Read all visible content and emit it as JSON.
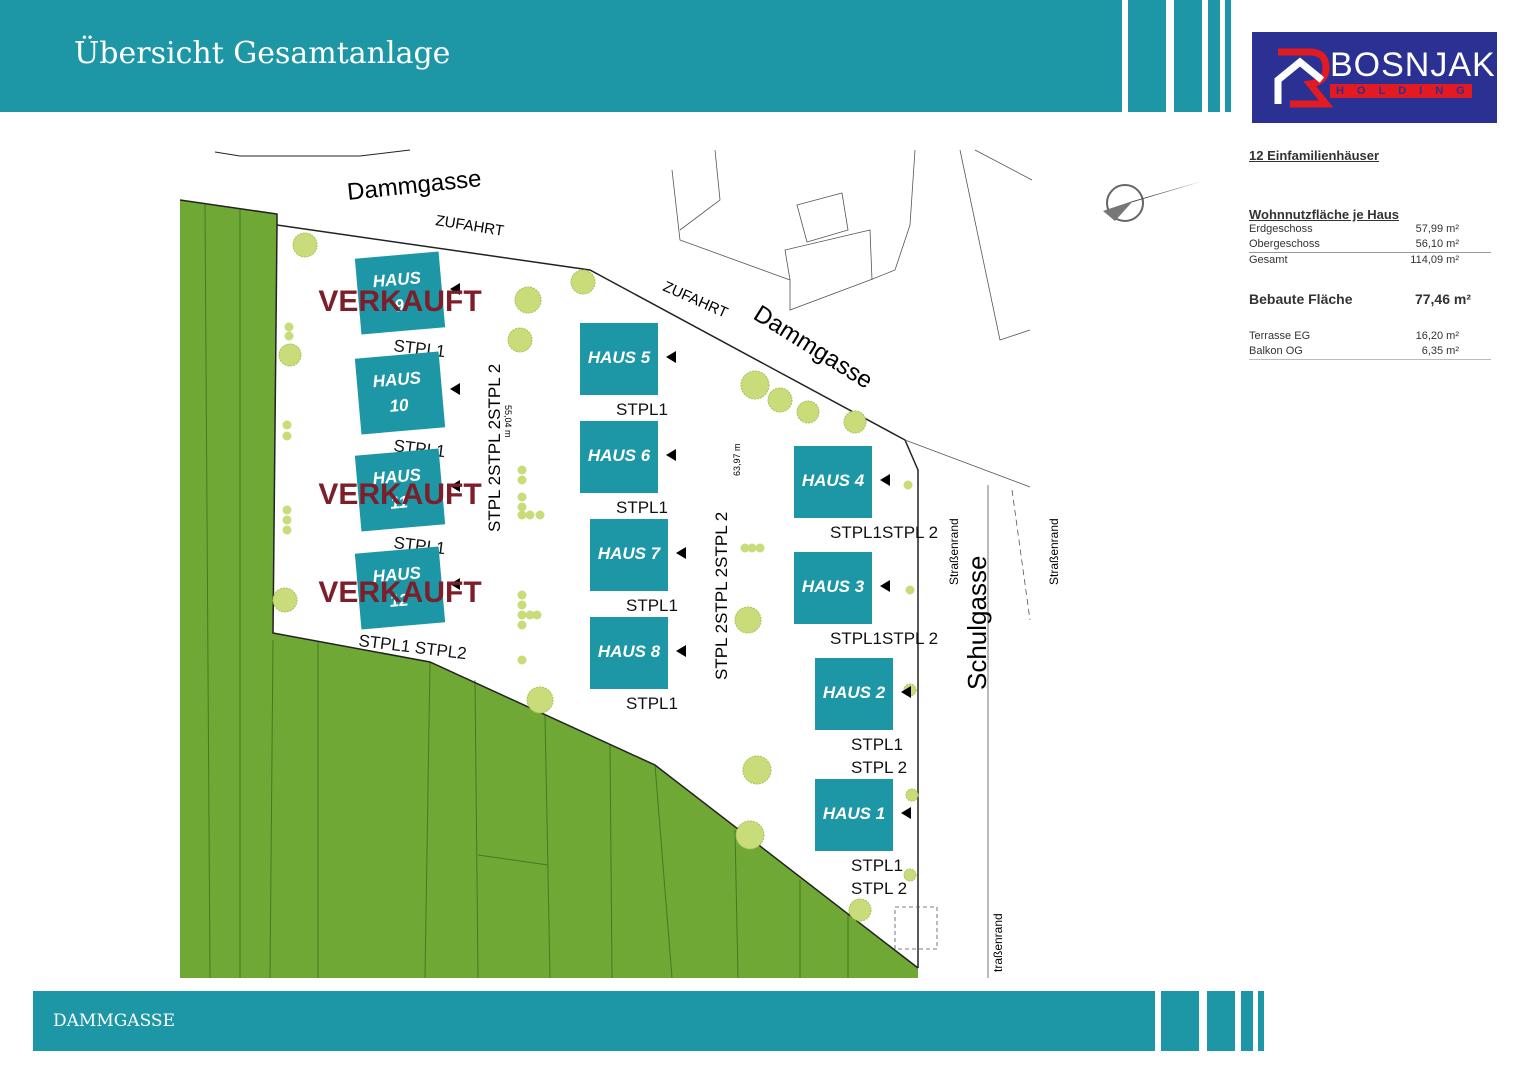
{
  "header": {
    "title": "Übersicht Gesamtanlage"
  },
  "logo": {
    "name": "BOSNJAK",
    "sub": "HOLDING",
    "colors": {
      "bg": "#2b3192",
      "red": "#e21a22"
    }
  },
  "info": {
    "title": "12 Einfamilienhäuser",
    "area_title": "Wohnnutzfläche je Haus",
    "rows": [
      {
        "label": "Erdgeschoss",
        "value": "57,99 m²"
      },
      {
        "label": "Obergeschoss",
        "value": "56,10 m²"
      },
      {
        "label": "Gesamt",
        "value": "114,09 m²"
      }
    ],
    "built": {
      "label": "Bebaute Fläche",
      "value": "77,46 m²"
    },
    "extra": [
      {
        "label": "Terrasse EG",
        "value": "16,20 m²"
      },
      {
        "label": "Balkon    OG",
        "value": "6,35 m²"
      }
    ]
  },
  "plan": {
    "streets": {
      "dammgasse_top": "Dammgasse",
      "dammgasse_diag": "Dammgasse",
      "schulgasse": "Schulgasse",
      "strassenrand1": "Straßenrand",
      "strassenrand2": "Straßenrand",
      "strassenrand3": "traßenrand"
    },
    "zufahrt": [
      "ZUFAHRT",
      "ZUFAHRT"
    ],
    "sold_label": "VERKAUFT",
    "houses": [
      {
        "line1": "HAUS",
        "line2": "9",
        "sold": true,
        "parking": [
          "STPL1"
        ]
      },
      {
        "line1": "HAUS",
        "line2": "10",
        "sold": false,
        "parking": [
          "STPL1"
        ]
      },
      {
        "line1": "HAUS",
        "line2": "11",
        "sold": true,
        "parking": [
          "STPL1"
        ]
      },
      {
        "line1": "HAUS",
        "line2": "12",
        "sold": true,
        "parking": [
          "STPL1 STPL2"
        ]
      },
      {
        "line1": "HAUS 5",
        "line2": "",
        "sold": false,
        "parking": [
          "STPL1"
        ]
      },
      {
        "line1": "HAUS 6",
        "line2": "",
        "sold": false,
        "parking": [
          "STPL1"
        ]
      },
      {
        "line1": "HAUS 7",
        "line2": "",
        "sold": false,
        "parking": [
          "STPL1"
        ]
      },
      {
        "line1": "HAUS 8",
        "line2": "",
        "sold": false,
        "parking": [
          "STPL1"
        ]
      },
      {
        "line1": "HAUS 4",
        "line2": "",
        "sold": false,
        "parking": [
          "STPL1STPL 2"
        ]
      },
      {
        "line1": "HAUS 3",
        "line2": "",
        "sold": false,
        "parking": [
          "STPL1STPL 2"
        ]
      },
      {
        "line1": "HAUS 2",
        "line2": "",
        "sold": false,
        "parking": [
          "STPL1",
          "STPL 2"
        ]
      },
      {
        "line1": "HAUS 1",
        "line2": "",
        "sold": false,
        "parking": [
          "STPL1",
          "STPL 2"
        ]
      }
    ],
    "vertical_parking": [
      "STPL 2STPL 2STPL 2",
      "STPL 2STPL 2STPL 2"
    ],
    "dimensions": [
      "55,04 m",
      "63,97 m"
    ],
    "colors": {
      "house": "#1d96a6",
      "green": "#6fa834",
      "sold": "#7d1f2a",
      "tree": "#c8dc7a"
    }
  },
  "footer": {
    "title": "DAMMGASSE"
  }
}
